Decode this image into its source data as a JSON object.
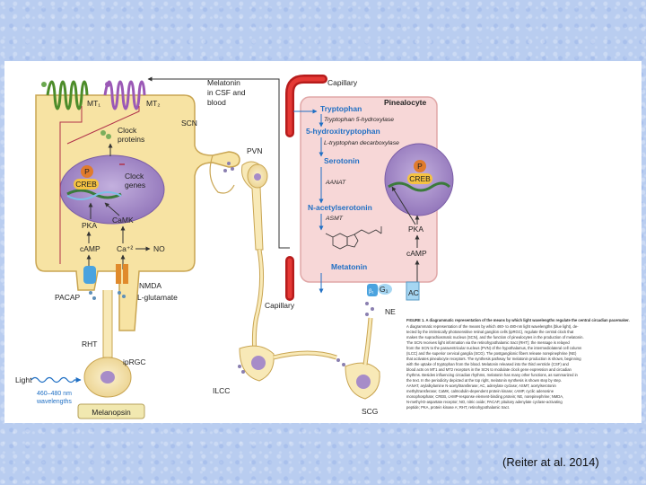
{
  "diagram": {
    "title": "",
    "labels": {
      "mt1": "MT₁",
      "mt2": "MT₂",
      "melatonin_csf": [
        "Melatonin",
        "in CSF and",
        "blood"
      ],
      "capillary_top": "Capillary",
      "pinealocyte": "Pinealocyte",
      "clock_proteins": [
        "Clock",
        "proteins"
      ],
      "clock_genes": [
        "Clock",
        "genes"
      ],
      "scn": "SCN",
      "pvn": "PVN",
      "creb_left": "CREB",
      "creb_right": "CREB",
      "p_left": "P",
      "p_right": "P",
      "pka_left": "PKA",
      "camk": "CaMK",
      "camp_left": "cAMP",
      "ca2": "Ca⁺²",
      "no": "NO",
      "nmda": "NMDA",
      "pacap": "PACAP",
      "glutamate": "L-glutamate",
      "rht": "RHT",
      "iprgc": "ipRGC",
      "light": "Light",
      "wavelength": [
        "460–480 nm",
        "wavelengths"
      ],
      "melanopsin": "Melanopsin",
      "ilcc": "ILCC",
      "scg": "SCG",
      "tryptophan": "Tryptophan",
      "enzyme1": "Tryptophan 5-hydroxylase",
      "hydroxytryptophan": "5-hydroxitryptophan",
      "enzyme2": "L-tryptophan decarboxylase",
      "serotonin": "Serotonin",
      "aanat": "AANAT",
      "n_acetyl": "N-acetylserotonin",
      "asmt": "ASMT",
      "melatonin": "Metatonin",
      "pka_right": "PKA",
      "camp_right": "cAMP",
      "capillary_bottom": "Capillary",
      "beta1": "β₁",
      "g1": "G₁",
      "ac": "AC",
      "ne": "NE"
    },
    "caption": {
      "heading": "FIGURE 1. A diagrammatic representation of the means by which light wavelengths regulate the central circadian pacemaker.",
      "lines": [
        "A diagrammatic representation of the means by which 460- to 480-nm light wavelengths (blue light), de-",
        "tected by the intrinsically photosensitive retinal ganglion cells (ipRGC), regulate the central clock that",
        "makes the suprachiasmatic nucleus (SCN), and the function of pinealocytes in the production of melatonin.",
        "The SCN receives light information via the retinohypothalamic tract (RHT); the message is relayed",
        "from the SCN to the paraventricular nucleus (PVN) of the hypothalamus, the intermediolateral cell column",
        "(ILCC) and the superior cervical ganglia (SCG). The postganglionic fibers release norepinephrine (NE)",
        "that activates pinealocyte receptors. The synthesis pathway for melatonin production is shown, beginning",
        "with the uptake of tryptophan from the blood. Melatonin released into the third ventricle (CSF) and",
        "blood acts on MT1 and MT2 receptors in the SCN to modulate clock gene expression and circadian",
        "rhythms. Besides influencing circadian rhythms, melatonin has many other functions, as summarized in",
        "the text. In the periodicity depicted at the top right, melatonin synthesis is shown step by step.",
        "AANAT, arylalkylamine N-acetyltransferase; AC, adenylate cyclase; ASMT, acetylserotonin",
        "methyltransferase; CaMK, calmodulin-dependent protein kinase; cAMP, cyclic adenosine",
        "monophosphate; CREB, cAMP-response element-binding protein; NE, norepinephrine; NMDA,",
        "N-methyl-D-aspartate receptor; NO, nitric oxide; PACAP, pituitary adenylate cyclase-activating",
        "peptide; PKA, protein kinase A; RHT, retinohypothalamic tract."
      ]
    }
  },
  "citation": "(Reiter at al. 2014)",
  "colors": {
    "scn_cell": "#f7e3a3",
    "scn_border": "#c9a552",
    "pinealocyte": "#f7d7d7",
    "capillary": "#c62828",
    "nucleus": "#a78cc8",
    "mt1": "#4d8c2a",
    "mt2": "#9b59b6",
    "accent_blue": "#1f6fc4",
    "neuron_fill": "#f8e9b7"
  }
}
